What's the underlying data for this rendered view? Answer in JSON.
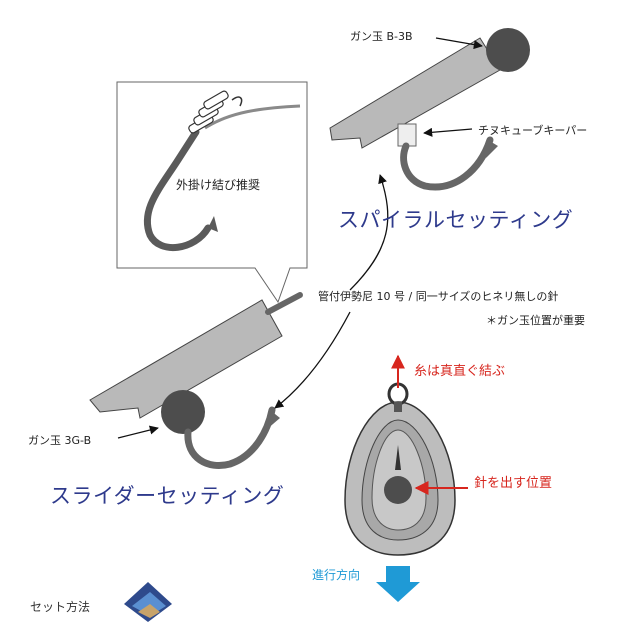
{
  "labels": {
    "sinker_top": "ガン玉 B-3B",
    "keeper": "チヌキューブキーパー",
    "knot": "外掛け結び推奨",
    "spiral_title": "スパイラルセッティング",
    "hook_spec": "管付伊勢尼 10 号 / 同一サイズのヒネリ無しの針",
    "note": "＊ガン玉位置が重要",
    "sinker_bottom": "ガン玉 3G-B",
    "slider_title": "スライダーセッティング",
    "thread_straight": "糸は真直ぐ結ぶ",
    "hook_position": "針を出す位置",
    "direction": "進行方向",
    "footer": "セット方法"
  },
  "colors": {
    "blue_title": "#2e3a8c",
    "red_note": "#d7261e",
    "direction_blue": "#1f9ad6",
    "hook_gray": "#555555",
    "sinker_dark": "#4d4d4d",
    "float_gray": "#b9b9b9"
  }
}
